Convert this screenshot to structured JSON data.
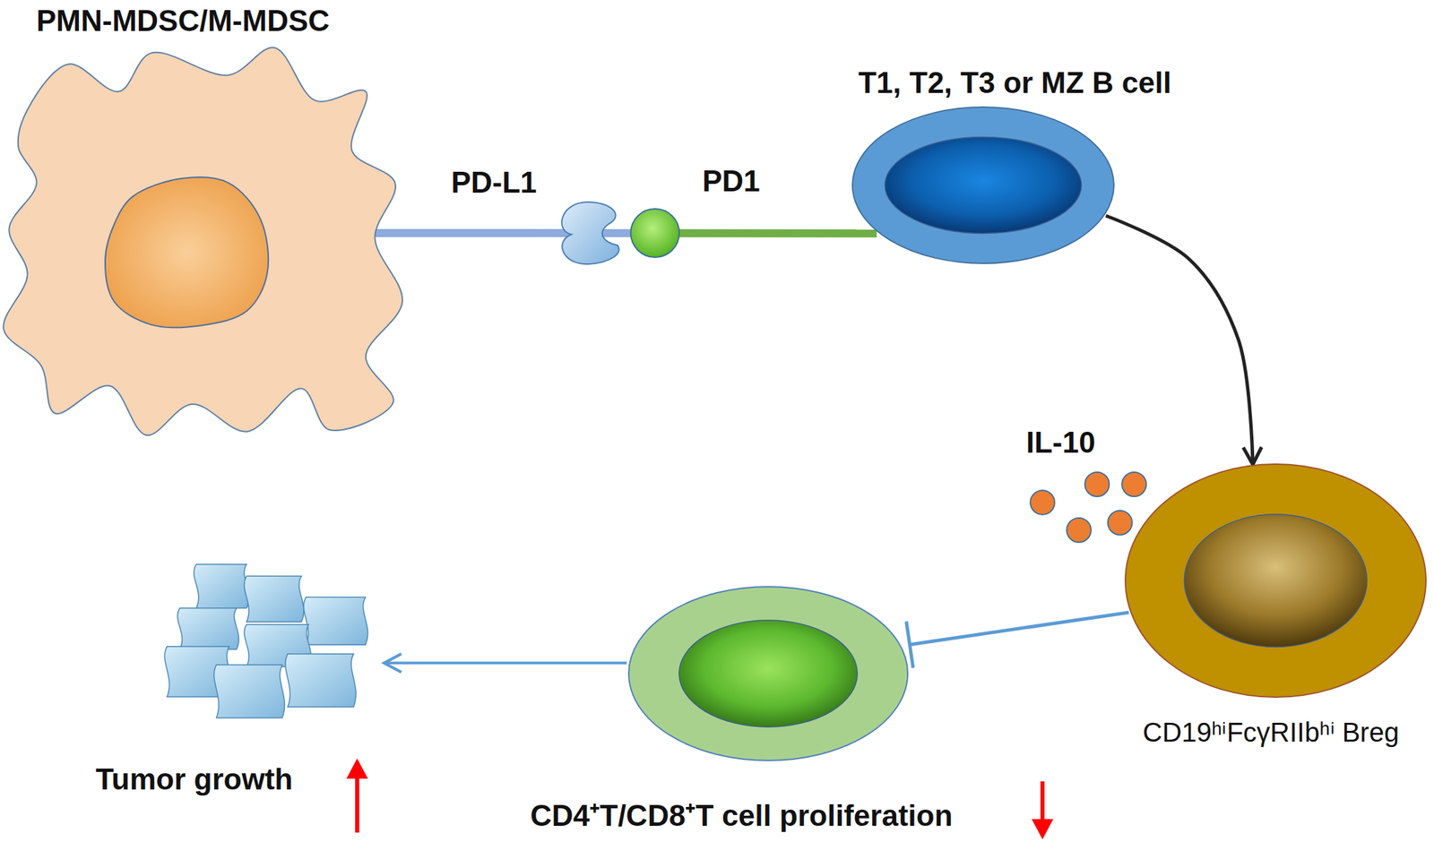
{
  "diagram": {
    "nodes": [
      {
        "text": [
          "PMN-MDSC/M-MDSC"
        ]
      },
      {
        "text": [
          "T1, T2, T3 or MZ B cell"
        ]
      },
      {
        "text": [
          "CD19ʰⁱFcγRIIbʰⁱ Breg"
        ]
      },
      {
        "text": [
          "CD4⁺T/CD8⁺T cell proliferation"
        ]
      },
      {
        "text": [
          "Tumor growth"
        ]
      }
    ],
    "edges": [
      {
        "from": 0,
        "to": 1,
        "arrow": "none"
      },
      {
        "from": 1,
        "to": 2,
        "arrow": "to"
      },
      {
        "from": 2,
        "to": 3,
        "arrow": "to"
      },
      {
        "from": 3,
        "to": 4,
        "arrow": "to"
      }
    ],
    "labels": [
      "PD-L1",
      "PD1",
      "IL-10"
    ]
  }
}
